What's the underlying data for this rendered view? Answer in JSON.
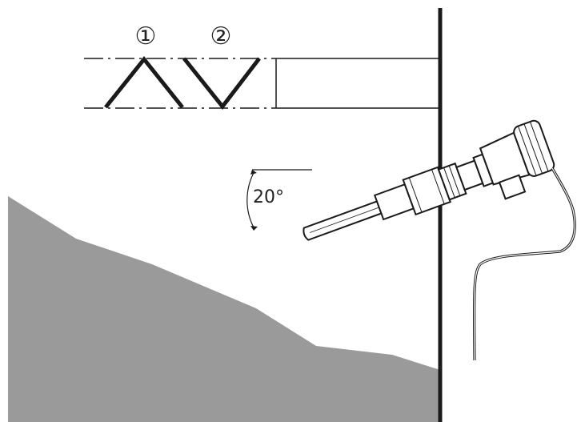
{
  "labels": {
    "marker_1": "①",
    "marker_2": "②",
    "angle": "20°"
  },
  "colors": {
    "line": "#1a1a1a",
    "bulk_material": "#9a9a9a",
    "background": "#ffffff"
  }
}
